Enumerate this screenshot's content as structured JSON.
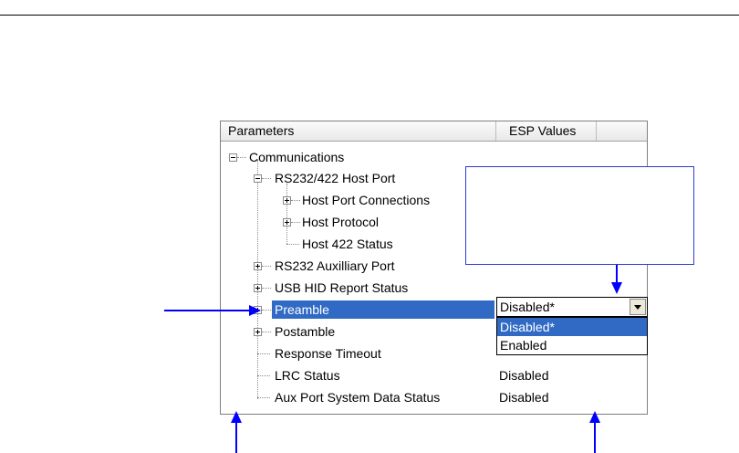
{
  "panel": {
    "columns": [
      "Parameters",
      "ESP Values"
    ]
  },
  "tree": {
    "communications": "Communications",
    "rs232_host": "RS232/422 Host Port",
    "host_port_connections": "Host Port Connections",
    "host_protocol": "Host Protocol",
    "host_422_status": "Host 422 Status",
    "rs232_aux": "RS232 Auxilliary Port",
    "usb_hid": "USB HID Report Status",
    "preamble": "Preamble",
    "postamble": "Postamble",
    "response_timeout": "Response Timeout",
    "lrc_status": "LRC Status",
    "aux_port_sys_data": "Aux Port System Data Status"
  },
  "values": {
    "lrc_status": "Disabled",
    "aux_port_sys_data": "Disabled"
  },
  "combo": {
    "current": "Disabled*",
    "options": [
      "Disabled*",
      "Enabled"
    ]
  },
  "colors": {
    "selection": "#316ac5",
    "annotation": "#0000ff"
  }
}
